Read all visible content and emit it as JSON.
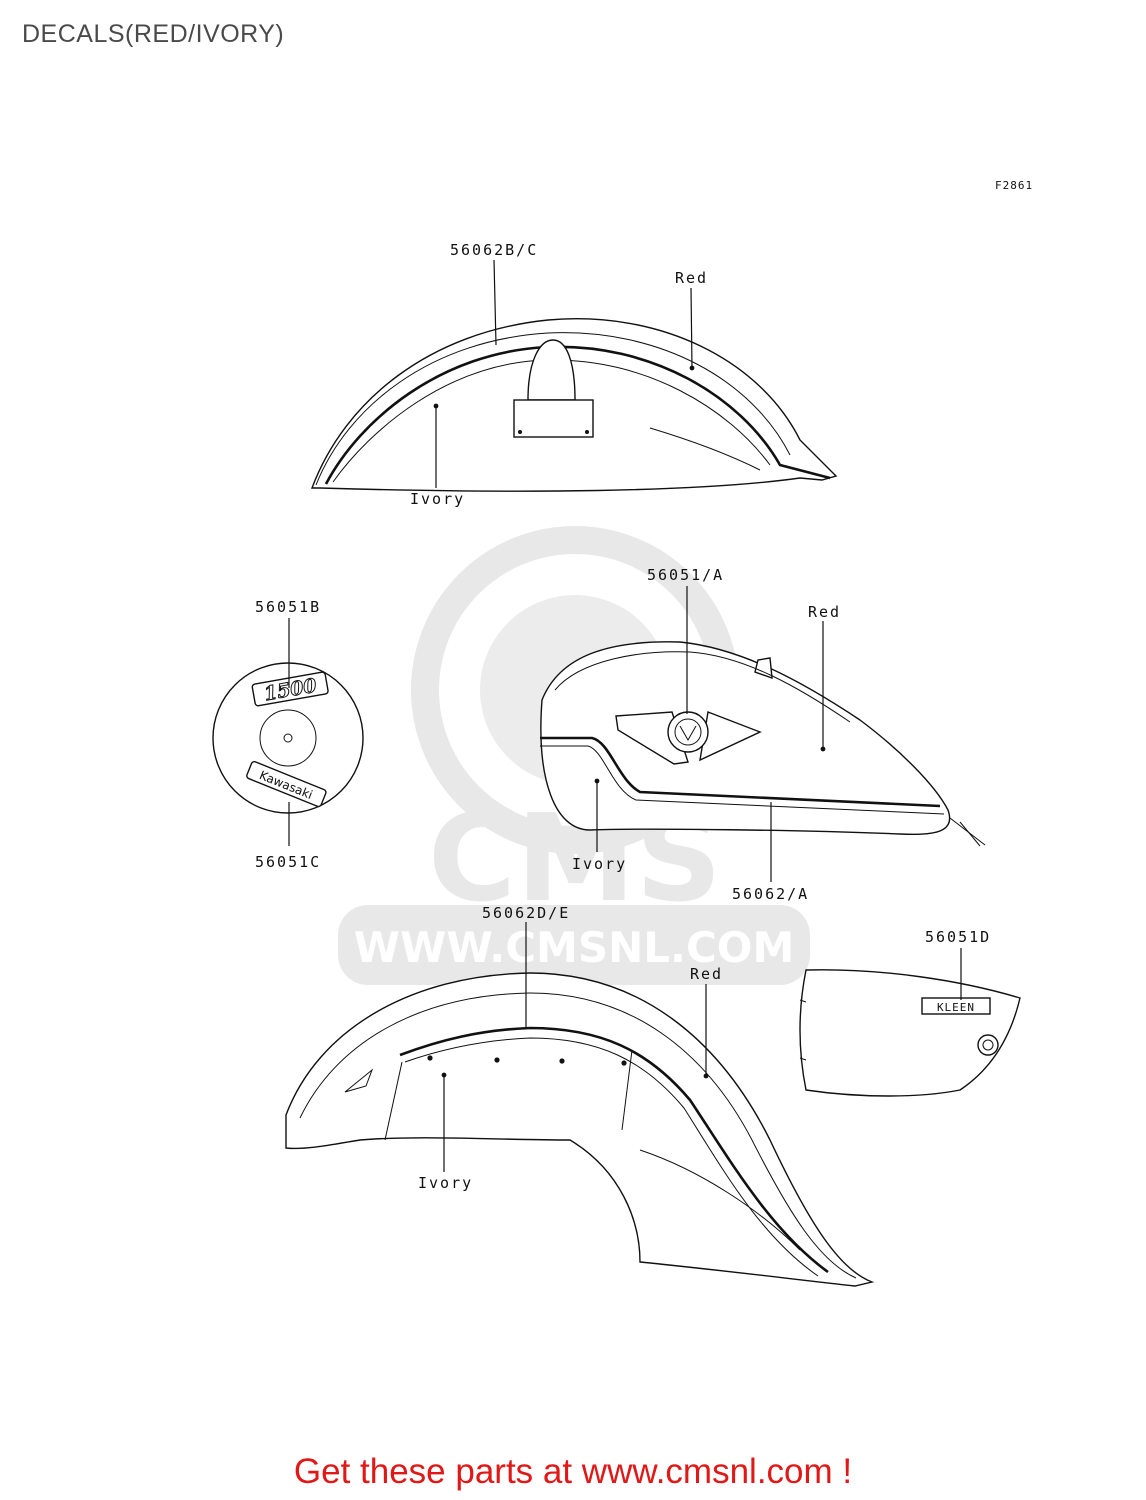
{
  "title": "DECALS(RED/IVORY)",
  "ref_code": "F2861",
  "watermark": {
    "logo": "CMS",
    "url": "WWW.CMSNL.COM"
  },
  "labels": {
    "front_fender_part": "56062B/C",
    "front_fender_red": "Red",
    "front_fender_ivory": "Ivory",
    "emblem_top_part": "56051B",
    "emblem_bottom_part": "56051C",
    "emblem_top_text": "1500",
    "emblem_bottom_text": "Kawasaki",
    "tank_emblem_part": "56051/A",
    "tank_red": "Red",
    "tank_ivory": "Ivory",
    "tank_stripe_part": "56062/A",
    "rear_fender_part": "56062D/E",
    "rear_fender_red": "Red",
    "rear_fender_ivory": "Ivory",
    "side_cover_part": "56051D",
    "side_cover_badge": "KLEEN"
  },
  "footer": "Get these parts at www.cmsnl.com !"
}
